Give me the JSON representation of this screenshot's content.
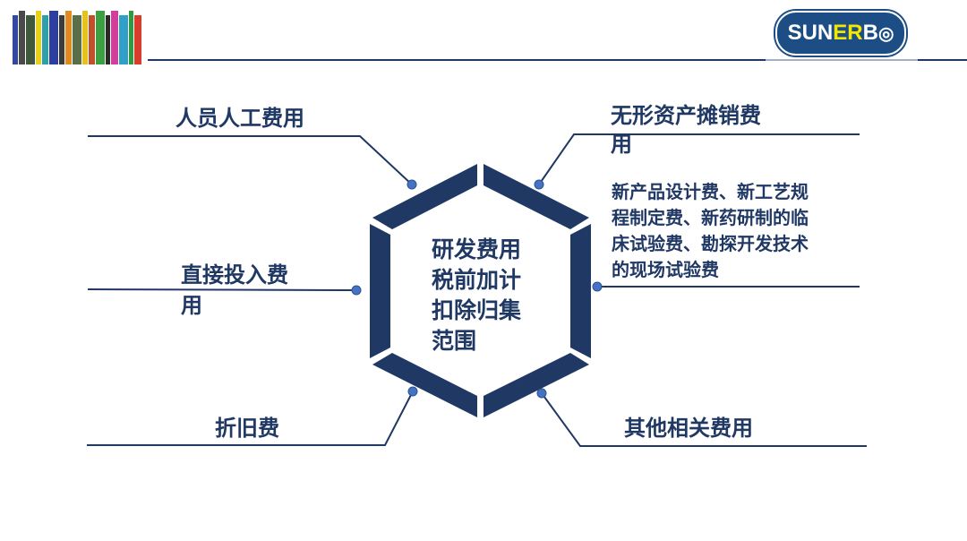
{
  "header": {
    "logo": {
      "prefix": "SUN",
      "highlight": "ER",
      "suffix": "B",
      "mark": "◎"
    },
    "books_colors": [
      "#2f4aa0",
      "#4a4a4a",
      "#3e5a3a",
      "#e6d21e",
      "#2fa0a8",
      "#2c3fa0",
      "#3c3c3c",
      "#e08a20",
      "#5a6e48",
      "#e6c21e",
      "#c0502c",
      "#3aa040",
      "#2a2a2a",
      "#d0409a",
      "#2fa0c8",
      "#2f9a40",
      "#d83c2c"
    ]
  },
  "center": {
    "lines": [
      "研发费用",
      "税前加计",
      "扣除归集",
      "范围"
    ]
  },
  "items": {
    "top_left": "人员人工费用",
    "mid_left_line1": "直接投入费",
    "mid_left_line2": "用",
    "bottom_left": "折旧费",
    "top_right_line1": "无形资产摊销费",
    "top_right_line2": "用",
    "mid_right_desc": [
      "新产品设计费、新工艺规",
      "程制定费、新药研制的临",
      "床试验费、勘探开发技术",
      "的现场试验费"
    ],
    "bottom_right": "其他相关费用"
  },
  "colors": {
    "navy": "#1f3864",
    "dot": "#4472c4",
    "text": "#203864"
  }
}
